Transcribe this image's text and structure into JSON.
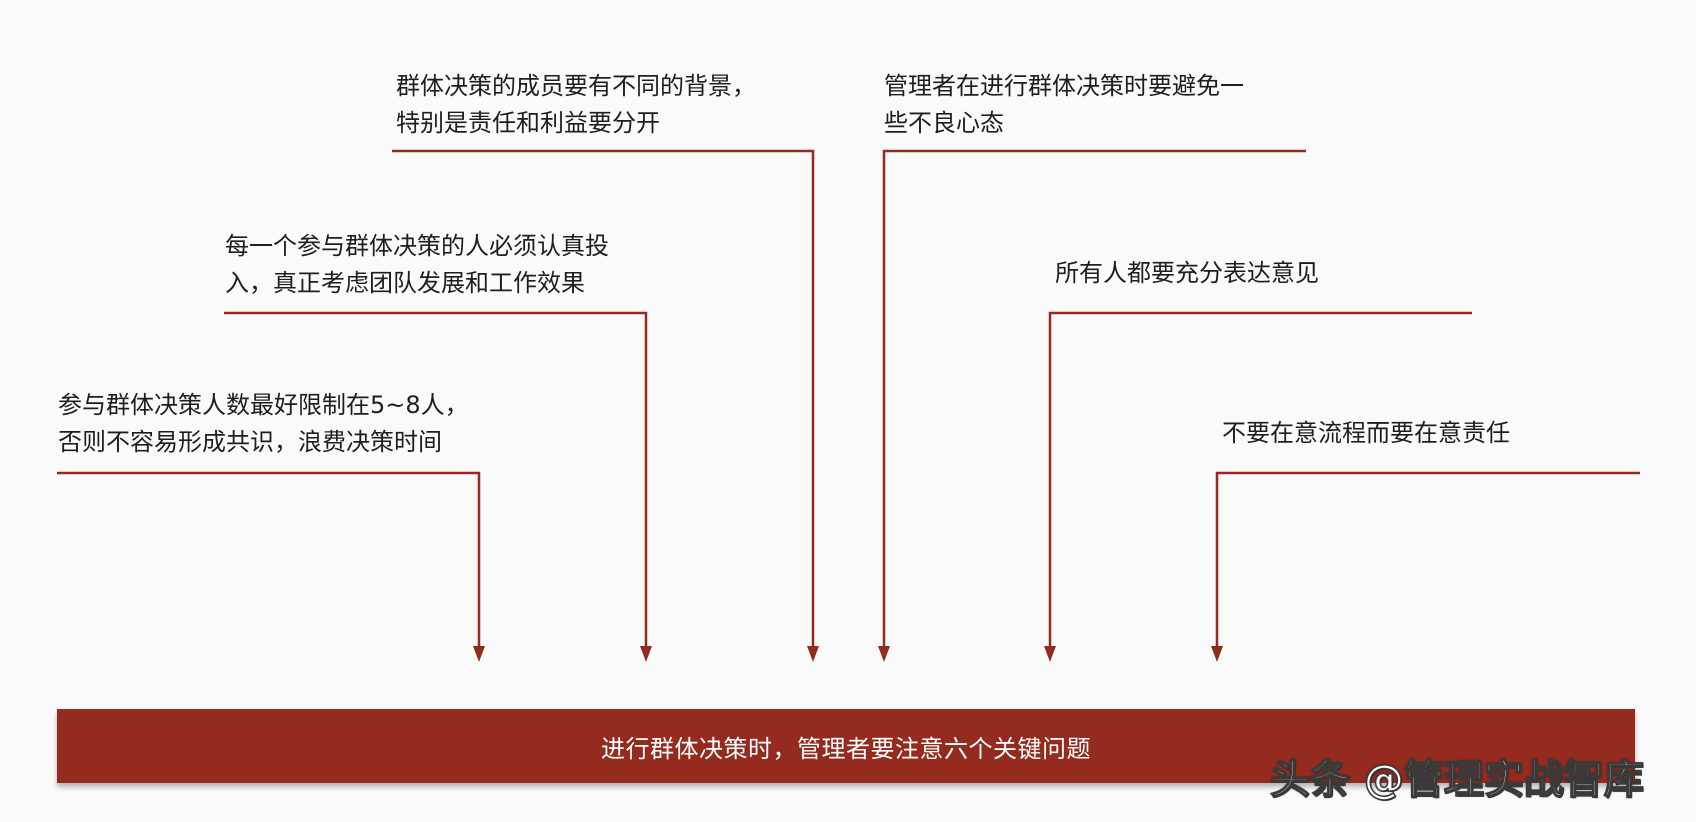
{
  "colors": {
    "accent": "#952a1e",
    "connector": "#952a1e",
    "text": "#1e1e1e",
    "background": "#fafafa"
  },
  "points": [
    {
      "lines": [
        "参与群体决策人数最好限制在5~8人，",
        "否则不容易形成共识，浪费决策时间"
      ]
    },
    {
      "lines": [
        "每一个参与群体决策的人必须认真投",
        "入，真正考虑团队发展和工作效果"
      ]
    },
    {
      "lines": [
        "群体决策的成员要有不同的背景，",
        "特别是责任和利益要分开"
      ]
    },
    {
      "lines": [
        "管理者在进行群体决策时要避免一",
        "些不良心态"
      ]
    },
    {
      "lines": [
        "所有人都要充分表达意见"
      ]
    },
    {
      "lines": [
        "不要在意流程而要在意责任"
      ]
    }
  ],
  "banner": {
    "text": "进行群体决策时，管理者要注意六个关键问题"
  },
  "watermark": "头条 @管理实战智库"
}
